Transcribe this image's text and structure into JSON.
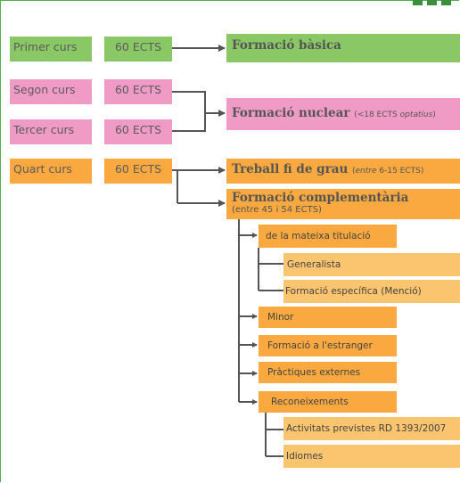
{
  "years": [
    {
      "label": "Primer curs",
      "ects": "60 ECTS"
    },
    {
      "label": "Segon curs",
      "ects": "60 ECTS"
    },
    {
      "label": "Tercer curs",
      "ects": "60 ECTS"
    },
    {
      "label": "Quart curs",
      "ects": "60 ECTS"
    }
  ],
  "formacio_basica": "Formació bàsica",
  "formacio_nuclear": {
    "title": "Formació nuclear",
    "note_open": "(<18 ECTS ",
    "note_italic": "optatius",
    "note_close": ")"
  },
  "treball": {
    "title": "Treball fi de grau",
    "note_open": "(",
    "note_italic": "entre",
    "note_rest": " 6-15 ECTS)"
  },
  "complementaria": {
    "title": "Formació complementària",
    "note": "(entre 45 i 54 ECTS)"
  },
  "options": {
    "mateixa": "de la mateixa titulació",
    "generalista": "Generalista",
    "especifica": "Formació específica (Menció)",
    "minor": "Minor",
    "estranger": "Formació a l'estranger",
    "practiques": "Pràctiques externes",
    "reconeixements": "Reconeixements",
    "activitats": "Activitats previstes RD 1393/2007",
    "idiomes": "Idiomes"
  },
  "colors": {
    "green": "#8ac866",
    "pink": "#f09bc6",
    "orange": "#f9a93f",
    "light_orange": "#fbc46e",
    "line": "#555555",
    "frame": "#4caf50"
  }
}
